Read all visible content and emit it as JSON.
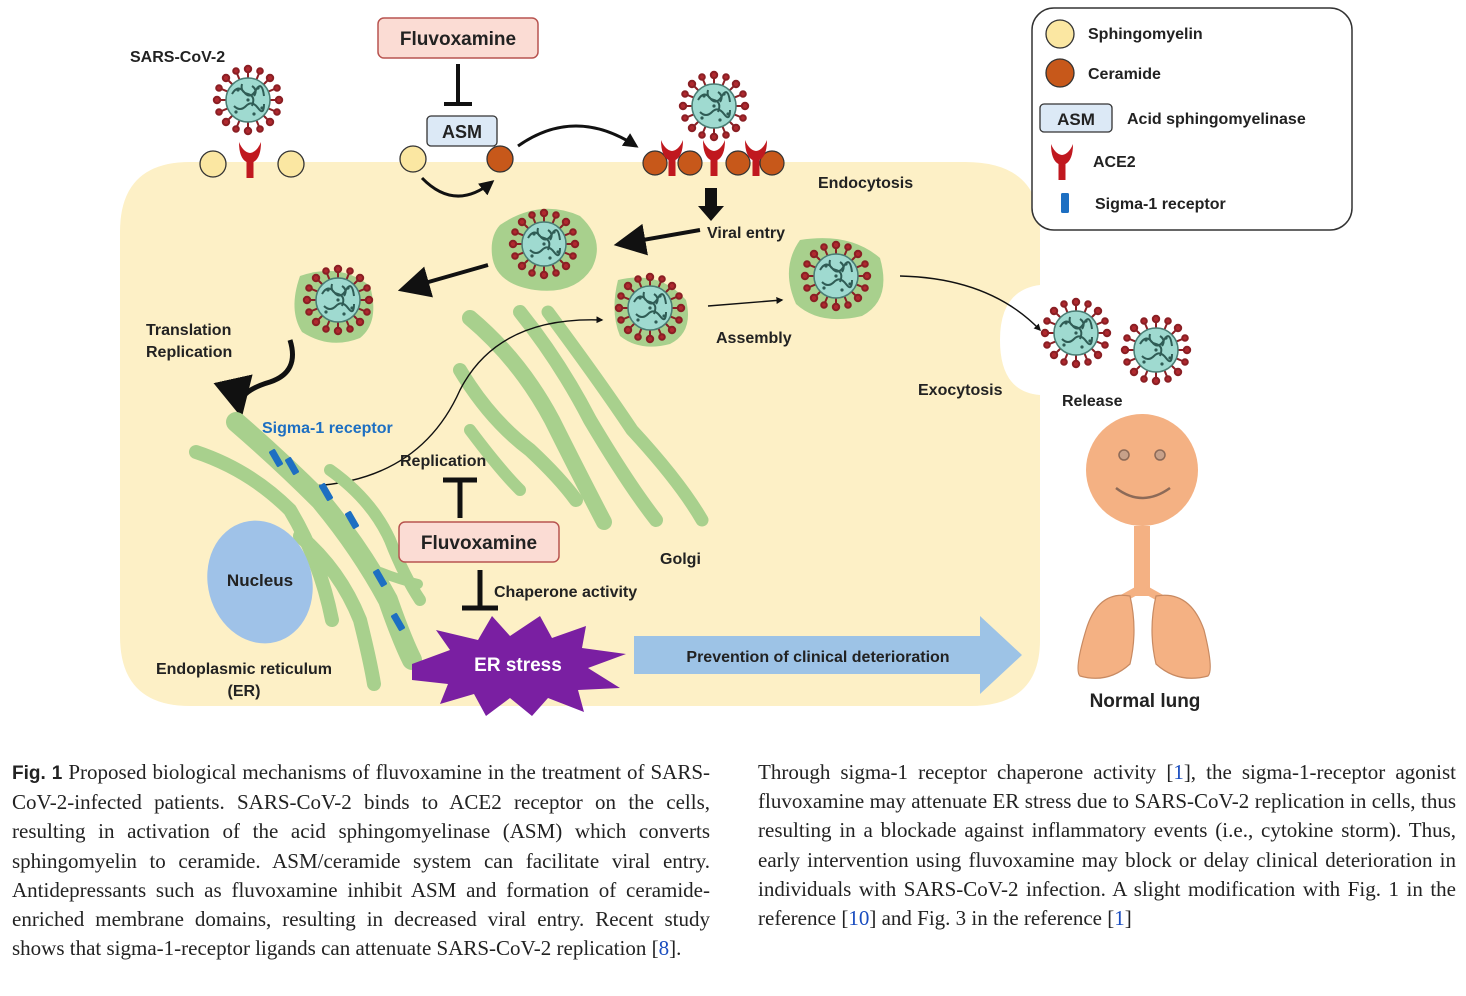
{
  "diagram": {
    "labels": {
      "sars_cov_2": "SARS-CoV-2",
      "fluvoxamine_top": "Fluvoxamine",
      "asm": "ASM",
      "endocytosis": "Endocytosis",
      "viral_entry": "Viral entry",
      "translation": "Translation",
      "replication_line2": "Replication",
      "assembly": "Assembly",
      "exocytosis": "Exocytosis",
      "release": "Release",
      "sigma1_receptor": "Sigma-1 receptor",
      "replication": "Replication",
      "fluvoxamine_bottom": "Fluvoxamine",
      "chaperone_activity": "Chaperone activity",
      "golgi": "Golgi",
      "nucleus": "Nucleus",
      "er_line1": "Endoplasmic reticulum",
      "er_line2": "(ER)",
      "er_stress": "ER stress",
      "prevention": "Prevention of clinical deterioration",
      "normal_lung": "Normal lung"
    },
    "legend": [
      {
        "key": "sphingomyelin",
        "label": "Sphingomyelin"
      },
      {
        "key": "ceramide",
        "label": "Ceramide"
      },
      {
        "key": "asm",
        "symbol_text": "ASM",
        "label": "Acid sphingomyelinase"
      },
      {
        "key": "ace2",
        "label": "ACE2"
      },
      {
        "key": "sigma1",
        "label": "Sigma-1 receptor"
      }
    ],
    "colors": {
      "cell": "#fdf0c6",
      "sphingomyelin": "#fbe7a2",
      "ceramide": "#c7581a",
      "ace2": "#c0181f",
      "asm_box": "#dce9f6",
      "drug_box": "#fbdcd4",
      "er_golgi": "#a8d08d",
      "sigma1": "#1d6fc2",
      "nucleus": "#9fc2e8",
      "er_stress": "#7a1fa2",
      "prevention_arrow": "#9dc3e6",
      "face": "#f4b183",
      "virus_core": "#9fdad0",
      "virus_spike": "#b0292f"
    }
  },
  "caption": {
    "fig_label": "Fig. 1",
    "left_text": "Proposed biological mechanisms of fluvoxamine in the treatment of SARS-CoV-2-infected patients. SARS-CoV-2 binds to ACE2 receptor on the cells, resulting in activation of the acid sphingomyelinase (ASM) which converts sphingomyelin to ceramide. ASM/ceramide system can facilitate viral entry. Antidepressants such as fluvoxamine inhibit ASM and formation of ceramide-enriched membrane domains, resulting in decreased viral entry. Recent study shows that sigma-1-receptor ligands can attenuate SARS-CoV-2 replication [",
    "left_ref": "8",
    "left_end": "].",
    "right_p1": "Through sigma-1 receptor chaperone activity [",
    "right_ref1": "1",
    "right_p2": "], the sigma-1-receptor agonist fluvoxamine may attenuate ER stress due to SARS-CoV-2 replication in cells, thus resulting in a blockade against inflammatory events (i.e., cytokine storm). Thus, early intervention using fluvoxamine may block or delay clinical deterioration in individuals with SARS-CoV-2 infection. A slight modification with Fig. 1 in the reference [",
    "right_ref2": "10",
    "right_p3": "] and Fig. 3 in the reference [",
    "right_ref3": "1",
    "right_p4": "]"
  }
}
